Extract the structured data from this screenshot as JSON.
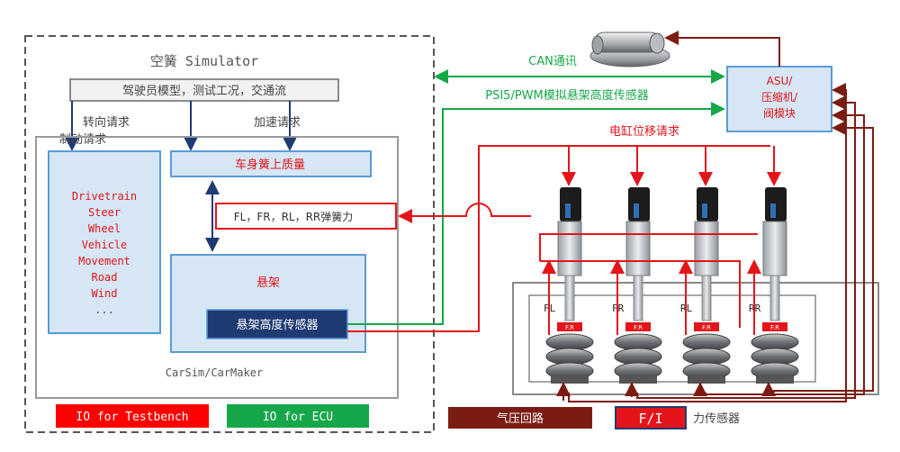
{
  "simulator": {
    "title": "空簧 Simulator",
    "driver_model": "驾驶员模型，测试工况，交通流",
    "steer_request": "转向请求",
    "brake_request": "制动请求",
    "accel_request": "加速请求",
    "sprung_mass": "车身簧上质量",
    "spring_force": "FL，FR，RL，RR弹簧力",
    "vehicle_items": [
      "Drivetrain",
      "Steer",
      "Wheel",
      "Vehicle",
      "Movement",
      "Road",
      "Wind",
      "..."
    ],
    "suspension": "悬架",
    "height_sensor": "悬架高度传感器",
    "carsim": "CarSim/CarMaker"
  },
  "legend": {
    "io_testbench": "IO for Testbench",
    "io_ecu": "IO for ECU",
    "air_circuit": "气压回路",
    "force_box": "F/I",
    "force_sensor": "力传感器"
  },
  "signals": {
    "can": "CAN通讯",
    "psi5": "PSI5/PWM模拟悬架高度传感器",
    "cylinder_request": "电缸位移请求"
  },
  "asu": {
    "line1": "ASU/",
    "line2": "压缩机/",
    "line3": "阀模块"
  },
  "corners": [
    {
      "label": "FL",
      "tag": "F.R"
    },
    {
      "label": "FR",
      "tag": "F.R"
    },
    {
      "label": "RL",
      "tag": "F.R"
    },
    {
      "label": "RR",
      "tag": "F.R"
    }
  ],
  "colors": {
    "red": "#e3151a",
    "green": "#16a74b",
    "navy": "#1f3b73",
    "dark_red": "#7b1c12",
    "box_fill": "#d6e6f4",
    "box_stroke": "#5b9bd5"
  }
}
